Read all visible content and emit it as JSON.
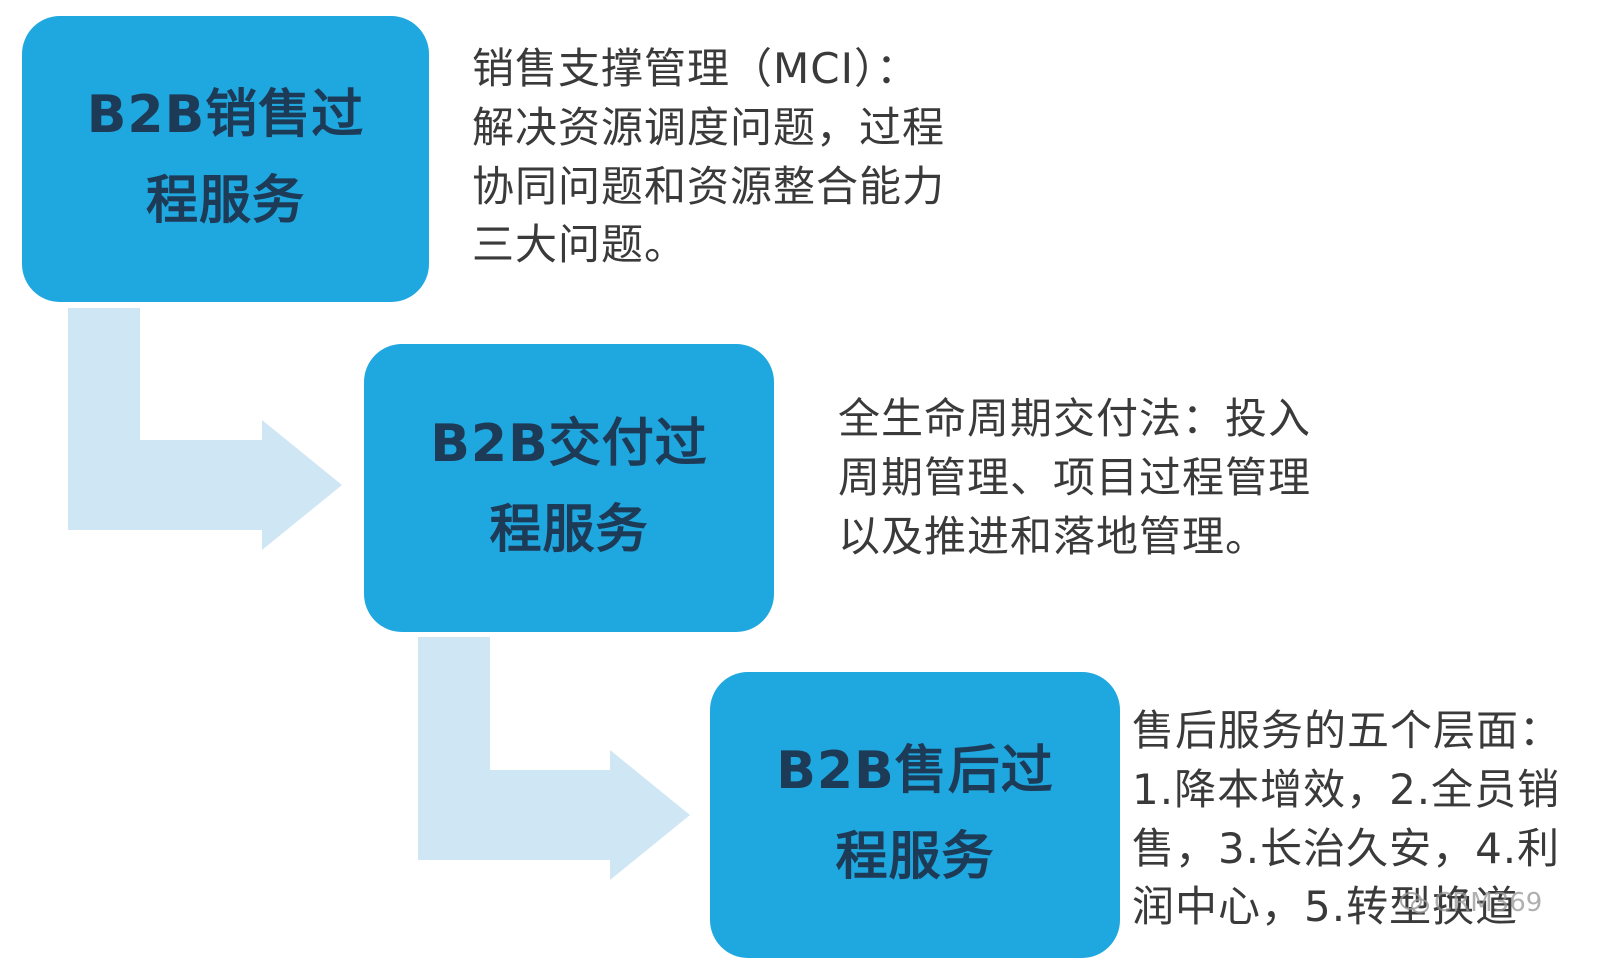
{
  "steps": [
    {
      "title_lines": [
        "B2B销售过",
        "程服务"
      ],
      "description_lines": [
        "销售支撑管理（MCI）：",
        "解决资源调度问题，过程",
        "协同问题和资源整合能力",
        "三大问题。"
      ]
    },
    {
      "title_lines": [
        "B2B交付过",
        "程服务"
      ],
      "description_lines": [
        "全生命周期交付法：投入",
        "周期管理、项目过程管理",
        "以及推进和落地管理。"
      ]
    },
    {
      "title_lines": [
        "B2B售后过",
        "程服务"
      ],
      "description_lines": [
        "售后服务的五个层面：",
        "1.降本增效，2.全员销",
        "售，3.长治久安，4.利",
        "润中心，5.转型换道"
      ]
    }
  ],
  "watermark": "CRM369",
  "colors": {
    "box_fill": "#1fa7df",
    "title_text": "#1d3b57",
    "connector_fill": "#cfe6f5",
    "description_text": "#3a3a3a"
  }
}
